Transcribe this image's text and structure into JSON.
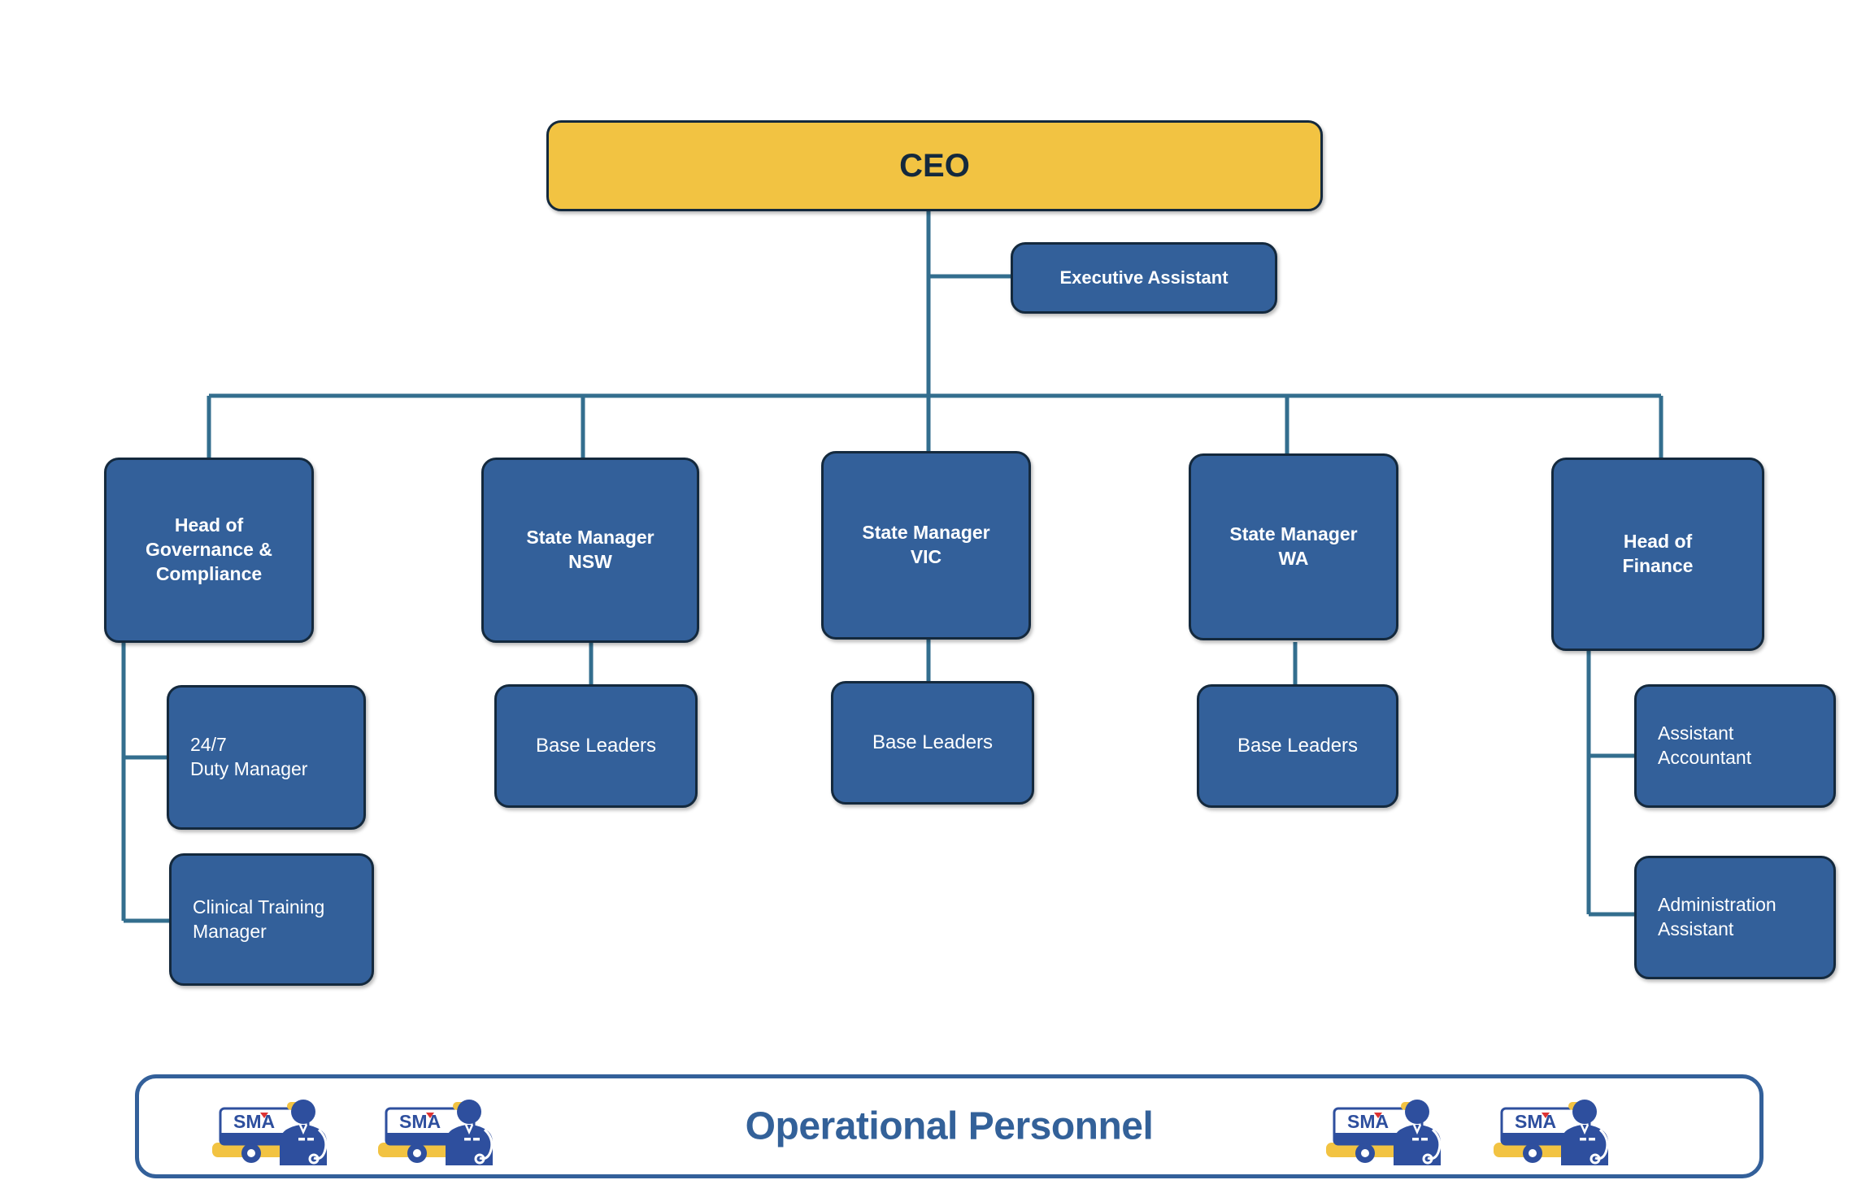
{
  "chart_data": {
    "type": "diagram",
    "title": "Organisational Structure Chart",
    "colors": {
      "executive": "#F2C342",
      "department": "#33609A",
      "connector": "#336E8E",
      "border": "#14293d",
      "banner_text": "#336199",
      "icon_blue": "#2E4F9E",
      "icon_yellow": "#F4C councils"
    },
    "nodes": [
      {
        "id": "ceo",
        "label": "CEO",
        "level": 0,
        "type": "executive"
      },
      {
        "id": "exec-assistant",
        "label": "Executive Assistant",
        "level": 1,
        "type": "staff",
        "parent": "ceo"
      },
      {
        "id": "head-governance",
        "label": "Head of\nGovernance &\nCompliance",
        "level": 1,
        "type": "department",
        "parent": "ceo"
      },
      {
        "id": "state-manager-nsw",
        "label": "State Manager\nNSW",
        "level": 1,
        "type": "department",
        "parent": "ceo"
      },
      {
        "id": "state-manager-vic",
        "label": "State Manager\nVIC",
        "level": 1,
        "type": "department",
        "parent": "ceo"
      },
      {
        "id": "state-manager-wa",
        "label": "State Manager\nWA",
        "level": 1,
        "type": "department",
        "parent": "ceo"
      },
      {
        "id": "head-finance",
        "label": "Head of\nFinance",
        "level": 1,
        "type": "department",
        "parent": "ceo"
      },
      {
        "id": "duty-manager",
        "label": "24/7\nDuty Manager",
        "level": 2,
        "type": "role",
        "parent": "head-governance"
      },
      {
        "id": "clinical-training-manager",
        "label": "Clinical Training\nManager",
        "level": 2,
        "type": "role",
        "parent": "head-governance"
      },
      {
        "id": "base-leaders-nsw",
        "label": "Base Leaders",
        "level": 2,
        "type": "role",
        "parent": "state-manager-nsw"
      },
      {
        "id": "base-leaders-vic",
        "label": "Base Leaders",
        "level": 2,
        "type": "role",
        "parent": "state-manager-vic"
      },
      {
        "id": "base-leaders-wa",
        "label": "Base Leaders",
        "level": 2,
        "type": "role",
        "parent": "state-manager-wa"
      },
      {
        "id": "assistant-accountant",
        "label": "Assistant\nAccountant",
        "level": 2,
        "type": "role",
        "parent": "head-finance"
      },
      {
        "id": "administration-assistant",
        "label": "Administration\nAssistant",
        "level": 2,
        "type": "role",
        "parent": "head-finance"
      }
    ]
  },
  "chart": {
    "ceo": {
      "label": "CEO"
    },
    "exec_assistant": {
      "label": "Executive Assistant"
    },
    "head_governance": {
      "label": "Head of\nGovernance &\nCompliance"
    },
    "state_manager_nsw": {
      "label": "State Manager\nNSW"
    },
    "state_manager_vic": {
      "label": "State Manager\nVIC"
    },
    "state_manager_wa": {
      "label": "State Manager\nWA"
    },
    "head_finance": {
      "label": "Head of\nFinance"
    },
    "duty_manager": {
      "label": "24/7\nDuty Manager"
    },
    "clinical_training_manager": {
      "label": "Clinical Training\nManager"
    },
    "base_leaders_nsw": {
      "label": "Base Leaders"
    },
    "base_leaders_vic": {
      "label": "Base Leaders"
    },
    "base_leaders_wa": {
      "label": "Base Leaders"
    },
    "assistant_accountant": {
      "label": "Assistant\nAccountant"
    },
    "administration_assistant": {
      "label": "Administration\nAssistant"
    }
  },
  "banner": {
    "title": "Operational Personnel",
    "icon_label": "SMA",
    "icon_name": "ambulance-paramedic-icon",
    "icon_count": 4
  }
}
